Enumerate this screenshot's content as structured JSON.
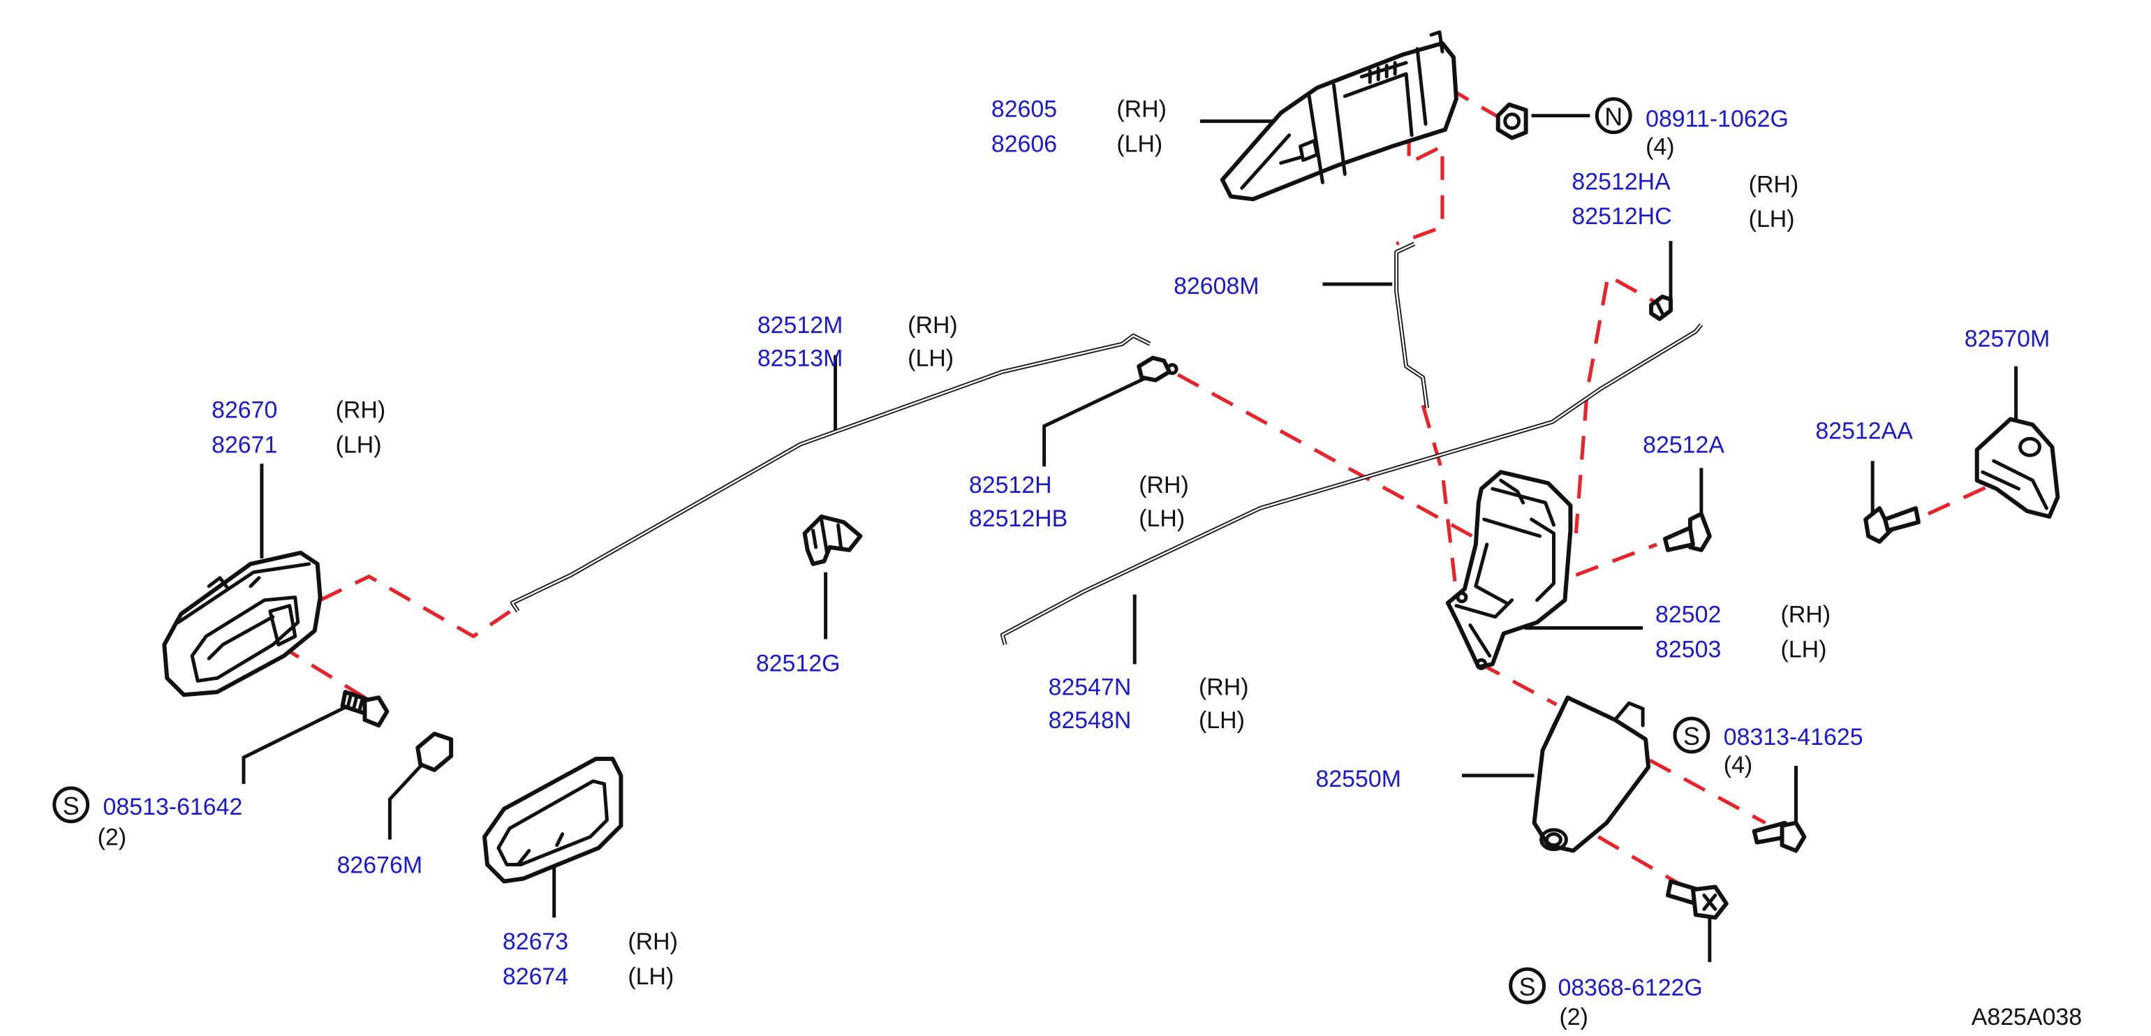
{
  "labels": {
    "p82605": "82605",
    "p82606": "82606",
    "rh_1": "(RH)",
    "lh_1": "(LH)",
    "n_symbol": "N",
    "p08911": "08911-1062G",
    "qty_4a": "(4)",
    "p82512HA": "82512HA",
    "p82512HC": "82512HC",
    "rh_2": "(RH)",
    "lh_2": "(LH)",
    "p82608M": "82608M",
    "p82512M": "82512M",
    "p82513M": "82513M",
    "rh_3": "(RH)",
    "lh_3": "(LH)",
    "p82670": "82670",
    "p82671": "82671",
    "rh_4": "(RH)",
    "lh_4": "(LH)",
    "p82570M": "82570M",
    "p82512AA": "82512AA",
    "p82512A": "82512A",
    "p82512H": "82512H",
    "p82512HB": "82512HB",
    "rh_5": "(RH)",
    "lh_5": "(LH)",
    "p82512G": "82512G",
    "p82502": "82502",
    "p82503": "82503",
    "rh_6": "(RH)",
    "lh_6": "(LH)",
    "p82547N": "82547N",
    "p82548N": "82548N",
    "rh_7": "(RH)",
    "lh_7": "(LH)",
    "s_symbol_1": "S",
    "p08313": "08313-41625",
    "qty_4b": "(4)",
    "p82550M": "82550M",
    "s_symbol_2": "S",
    "p08513": "08513-61642",
    "qty_2a": "(2)",
    "p82676M": "82676M",
    "p82673": "82673",
    "p82674": "82674",
    "rh_8": "(RH)",
    "lh_8": "(LH)",
    "s_symbol_3": "S",
    "p08368": "08368-6122G",
    "qty_2b": "(2)",
    "figure_code": "A825A038"
  },
  "colors": {
    "part_number": "#1a1acc",
    "text": "#111111",
    "dashed_link": "#e8242b",
    "background": "#ffffff"
  }
}
